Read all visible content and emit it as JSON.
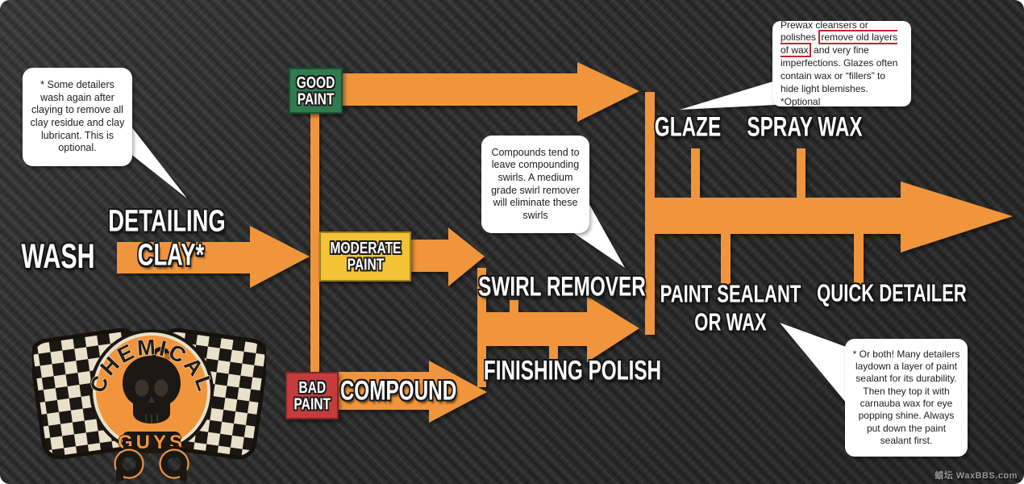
{
  "colors": {
    "bg": "#2d2d2d",
    "accent": "#F0953C",
    "good": "#2F7B4F",
    "moderate": "#F3C235",
    "bad": "#C63B3C",
    "callout_bg": "#FFFFFF",
    "highlight_border": "#C0272D"
  },
  "flow": {
    "wash": "WASH",
    "detailing_line1": "DETAILING",
    "detailing_line2": "CLAY*",
    "good_paint": "GOOD\nPAINT",
    "moderate_paint": "MODERATE\nPAINT",
    "bad_paint": "BAD\nPAINT",
    "compound": "COMPOUND",
    "swirl_remover": "SWIRL REMOVER",
    "finishing_polish": "FINISHING POLISH",
    "glaze": "GLAZE",
    "spray_wax": "SPRAY WAX",
    "paint_sealant": "PAINT SEALANT\nOR WAX",
    "quick_detailer": "QUICK DETAILER"
  },
  "callouts": {
    "clay_note": "* Some detailers wash again after claying to remove all clay residue and clay lubricant. This is optional.",
    "prewax_before": "Prewax cleansers or polishes ",
    "prewax_highlight": "remove old layers of wax",
    "prewax_after": " and very fine imperfections. Glazes often contain wax or “fillers” to hide light blemishes. *Optional",
    "compound_note": "Compounds tend to leave compounding swirls. A medium grade swirl remover will eliminate these swirls",
    "sealant_note": "* Or both! Many detailers laydown a layer of paint sealant for its durability. Then they top it with carnauba wax for eye popping shine. Always put down the paint sealant first."
  },
  "logo": {
    "brand_arc": "CHEMICAL",
    "brand_bottom": "GUYS"
  },
  "watermark": "蜡坛 WaxBBS.com"
}
